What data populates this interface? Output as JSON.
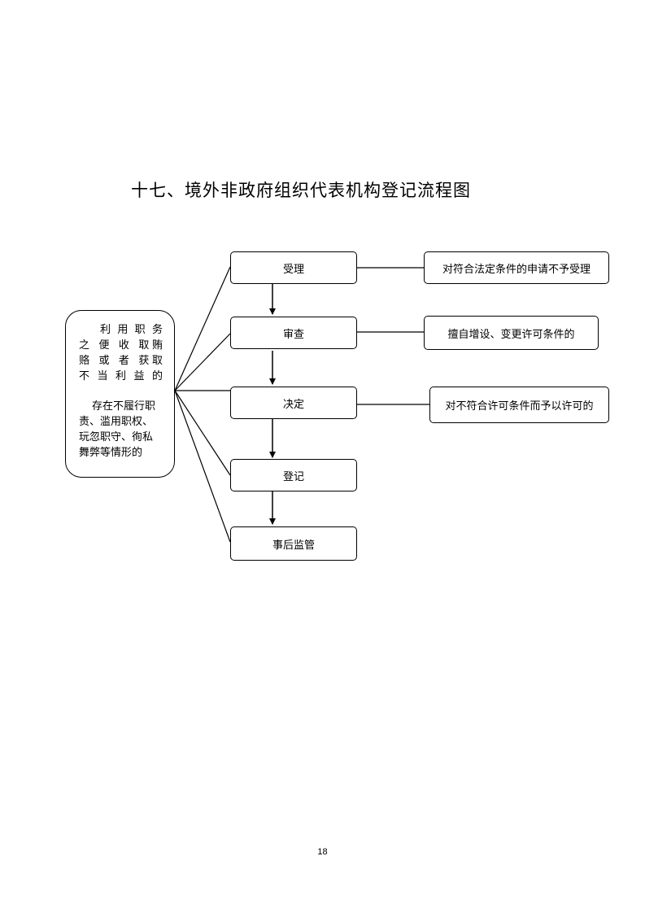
{
  "title": "十七、境外非政府组织代表机构登记流程图",
  "risk_box": {
    "line1": "利 用 职 务",
    "line2": "之 便 收 取贿",
    "line3": "赂 或 者 获取",
    "line4": "不 当 利 益 的",
    "line5": "存在不履行职",
    "line6": "责、滥用职权、",
    "line7": "玩忽职守、徇私",
    "line8": "舞弊等情形的"
  },
  "steps": {
    "accept": "受理",
    "review": "审查",
    "decide": "决定",
    "register": "登记",
    "supervise": "事后监管"
  },
  "notes": {
    "accept": "对符合法定条件的申请不予受理",
    "review": "擅自增设、变更许可条件的",
    "decide": "对不符合许可条件而予以许可的"
  },
  "page_number": "18"
}
